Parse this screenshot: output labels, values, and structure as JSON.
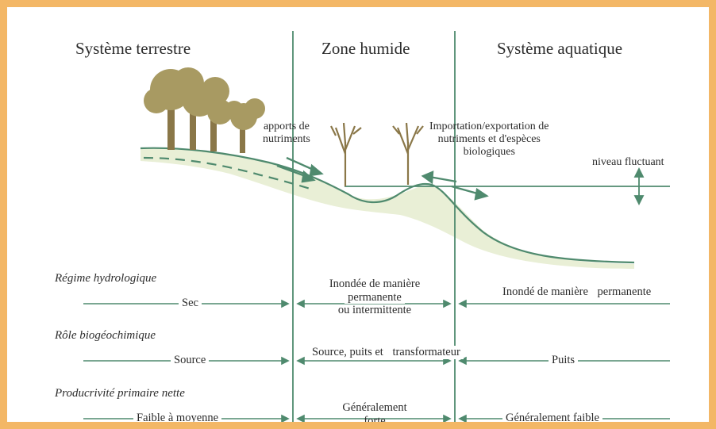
{
  "columns": {
    "terrestrial": "Système terrestre",
    "wetland": "Zone humide",
    "aquatic": "Système aquatique"
  },
  "annotations": {
    "nutrient_input": [
      "apports de",
      "nutriments"
    ],
    "exchange": [
      "Importation/exportation de",
      "nutriments et d'espèces",
      "biologiques"
    ],
    "water_level": "niveau fluctuant"
  },
  "rows": [
    {
      "label": "Régime hydrologique",
      "terrestrial": [
        "Sec"
      ],
      "wetland": [
        "Inondée de manière",
        "permanente",
        "ou intermittente"
      ],
      "aquatic": [
        "Inondé de manière",
        "permanente"
      ]
    },
    {
      "label": "Rôle biogéochimique",
      "terrestrial": [
        "Source"
      ],
      "wetland": [
        "Source, puits et",
        "transformateur"
      ],
      "aquatic": [
        "Puits"
      ]
    },
    {
      "label": "Producrivité primaire nette",
      "terrestrial": [
        "Faible à moyenne"
      ],
      "wetland": [
        "Généralement",
        "forte"
      ],
      "aquatic": [
        "Généralement faible"
      ]
    }
  ],
  "colors": {
    "frame": "#f3b766",
    "line": "#4f8a6e",
    "soil": "#e9efd6",
    "tree_foliage": "#a89a62",
    "trunk": "#8a7748",
    "text": "#2c2c2c"
  }
}
